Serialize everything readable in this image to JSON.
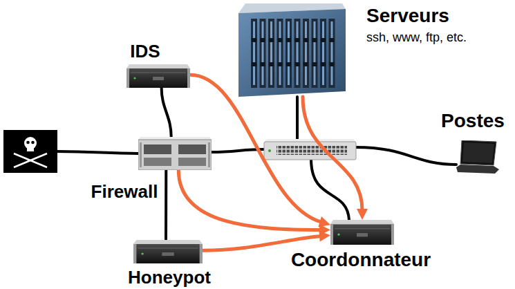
{
  "diagram": {
    "nodes": [
      {
        "text": [
          "Serveurs",
          "ssh, www, ftp, etc."
        ]
      },
      {
        "text": [
          "IDS"
        ]
      },
      {
        "text": [
          "Postes"
        ]
      },
      {
        "text": [
          "Firewall"
        ]
      },
      {
        "text": [
          "Coordonnateur"
        ]
      },
      {
        "text": [
          "Honeypot"
        ]
      }
    ],
    "edges": [
      {
        "from": 1,
        "to": 3,
        "arrow": "none"
      },
      {
        "from": 3,
        "to": 5,
        "arrow": "none"
      },
      {
        "from": 1,
        "to": 4,
        "arrow": "to"
      },
      {
        "from": 0,
        "to": 4,
        "arrow": "to"
      },
      {
        "from": 3,
        "to": 4,
        "arrow": "to"
      },
      {
        "from": 5,
        "to": 4,
        "arrow": "to"
      }
    ]
  }
}
